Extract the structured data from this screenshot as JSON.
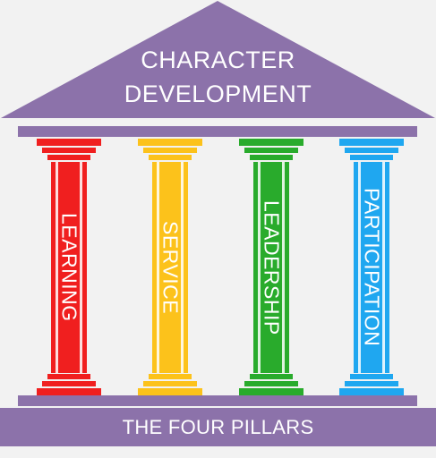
{
  "roof": {
    "line1": "CHARACTER",
    "line2": "DEVELOPMENT",
    "color": "#8c72aa"
  },
  "base": {
    "label": "THE FOUR PILLARS",
    "color": "#8c72aa"
  },
  "pillars": [
    {
      "label": "LEARNING",
      "color": "#f01f1f"
    },
    {
      "label": "SERVICE",
      "color": "#fcc21b"
    },
    {
      "label": "LEADERSHIP",
      "color": "#29ab2c"
    },
    {
      "label": "PARTICIPATION",
      "color": "#1fa7f0"
    }
  ]
}
